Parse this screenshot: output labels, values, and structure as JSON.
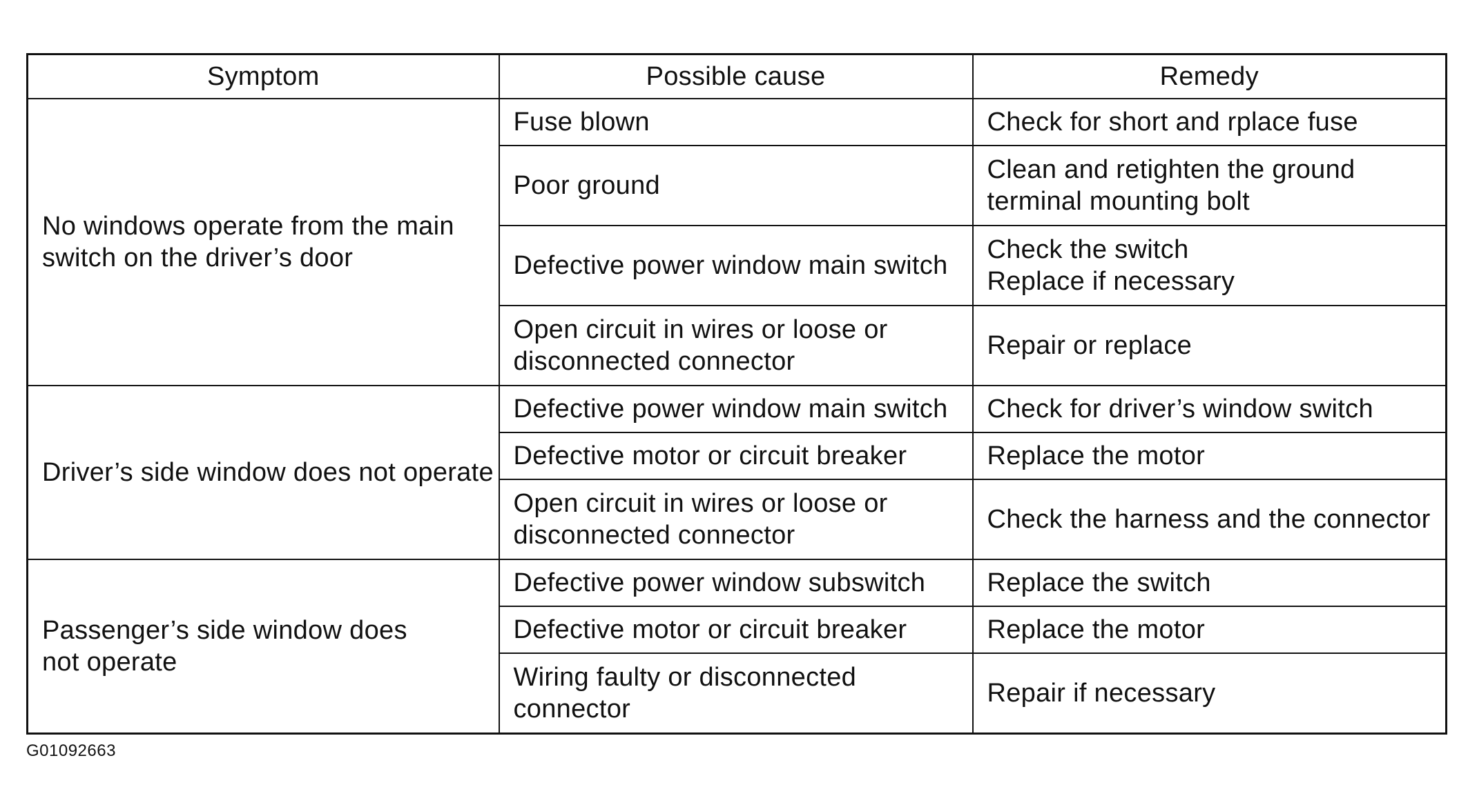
{
  "table": {
    "headers": [
      "Symptom",
      "Possible cause",
      "Remedy"
    ],
    "groups": [
      {
        "symptom": [
          "No windows operate from the main",
          "switch on the driver’s door"
        ],
        "rows": [
          {
            "cause": [
              "Fuse blown"
            ],
            "remedy": [
              "Check for short and rplace fuse"
            ]
          },
          {
            "cause": [
              "Poor ground"
            ],
            "remedy": [
              "Clean and retighten the ground",
              "terminal mounting bolt"
            ]
          },
          {
            "cause": [
              "Defective power window main switch"
            ],
            "remedy": [
              "Check the switch",
              "Replace if necessary"
            ]
          },
          {
            "cause": [
              "Open circuit in wires or loose or",
              "disconnected connector"
            ],
            "remedy": [
              "Repair or replace"
            ]
          }
        ]
      },
      {
        "symptom": [
          "Driver’s side window does not operate"
        ],
        "rows": [
          {
            "cause": [
              "Defective power window main switch"
            ],
            "remedy": [
              "Check for driver’s window switch"
            ]
          },
          {
            "cause": [
              "Defective motor or circuit breaker"
            ],
            "remedy": [
              "Replace the motor"
            ]
          },
          {
            "cause": [
              "Open circuit in wires or loose or",
              "disconnected connector"
            ],
            "remedy": [
              "Check the harness and the connector"
            ]
          }
        ]
      },
      {
        "symptom": [
          "Passenger’s side window does",
          "not operate"
        ],
        "rows": [
          {
            "cause": [
              "Defective power window subswitch"
            ],
            "remedy": [
              "Replace the switch"
            ]
          },
          {
            "cause": [
              "Defective motor or circuit breaker"
            ],
            "remedy": [
              "Replace the motor"
            ]
          },
          {
            "cause": [
              "Wiring faulty or disconnected",
              "connector"
            ],
            "remedy": [
              "Repair if necessary"
            ]
          }
        ]
      }
    ]
  },
  "figure_id": "G01092663"
}
